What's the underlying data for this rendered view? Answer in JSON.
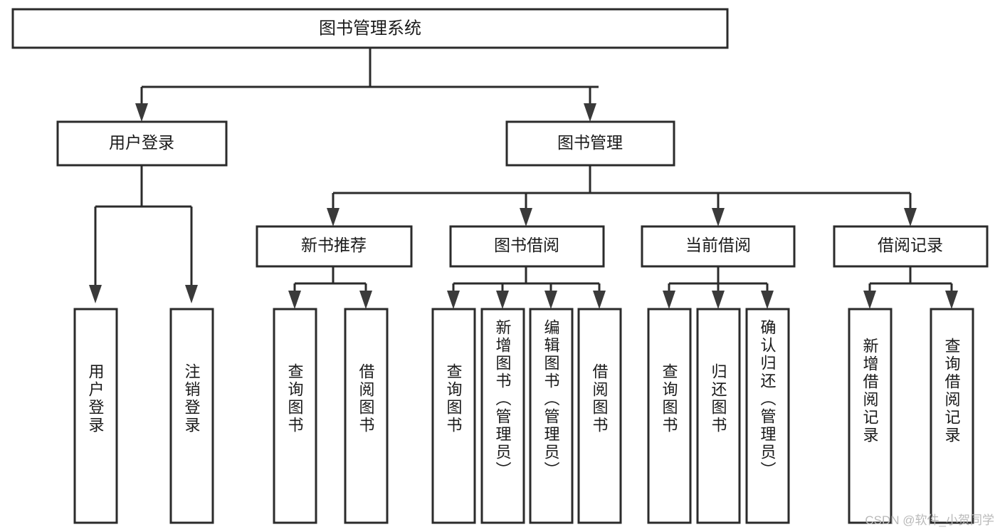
{
  "diagram": {
    "type": "tree-hierarchy",
    "title": "图书管理系统",
    "root": {
      "id": "root",
      "label": "图书管理系统"
    },
    "level2": [
      {
        "id": "user-login",
        "label": "用户登录"
      },
      {
        "id": "book-management",
        "label": "图书管理"
      }
    ],
    "level3": [
      {
        "id": "new-book-recommend",
        "label": "新书推荐",
        "parent": "book-management"
      },
      {
        "id": "book-borrow",
        "label": "图书借阅",
        "parent": "book-management"
      },
      {
        "id": "current-borrow",
        "label": "当前借阅",
        "parent": "book-management"
      },
      {
        "id": "borrow-record",
        "label": "借阅记录",
        "parent": "book-management"
      }
    ],
    "leaves": [
      {
        "id": "leaf-user-login",
        "label": "用户登录",
        "parent": "user-login"
      },
      {
        "id": "leaf-logout",
        "label": "注销登录",
        "parent": "user-login"
      },
      {
        "id": "leaf-query-book-1",
        "label": "查询图书",
        "parent": "new-book-recommend"
      },
      {
        "id": "leaf-borrow-book-1",
        "label": "借阅图书",
        "parent": "new-book-recommend"
      },
      {
        "id": "leaf-query-book-2",
        "label": "查询图书",
        "parent": "book-borrow"
      },
      {
        "id": "leaf-add-book",
        "label": "新增图书（管理员）",
        "parent": "book-borrow"
      },
      {
        "id": "leaf-edit-book",
        "label": "编辑图书（管理员）",
        "parent": "book-borrow"
      },
      {
        "id": "leaf-borrow-book-2",
        "label": "借阅图书",
        "parent": "book-borrow"
      },
      {
        "id": "leaf-query-book-3",
        "label": "查询图书",
        "parent": "current-borrow"
      },
      {
        "id": "leaf-return-book",
        "label": "归还图书",
        "parent": "current-borrow"
      },
      {
        "id": "leaf-confirm-return",
        "label": "确认归还（管理员）",
        "parent": "current-borrow"
      },
      {
        "id": "leaf-add-record",
        "label": "新增借阅记录",
        "parent": "borrow-record"
      },
      {
        "id": "leaf-query-record",
        "label": "查询借阅记录",
        "parent": "borrow-record"
      }
    ],
    "colors": {
      "box_stroke": "#2b2b2b",
      "box_fill": "#ffffff",
      "text": "#1a1a1a",
      "arrow": "#3a3a3a",
      "watermark": "#b9b9b9"
    }
  },
  "watermark": {
    "text": "CSDN @软件_小贺同学"
  }
}
